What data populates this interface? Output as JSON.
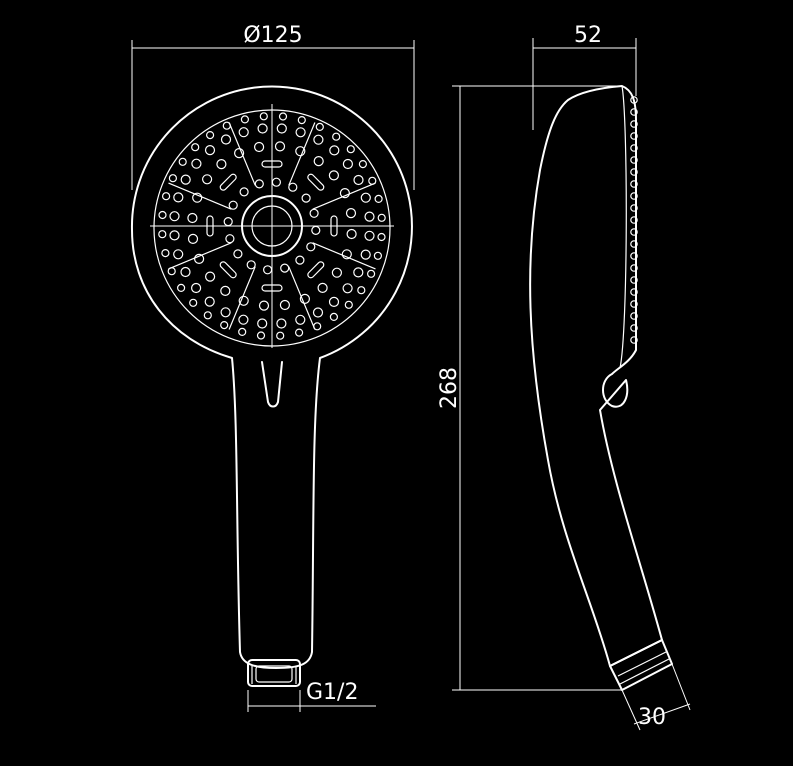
{
  "dimensions": {
    "diameter": "Ø125",
    "depth": "52",
    "length": "268",
    "thread": "G1/2",
    "connector": "30"
  },
  "colors": {
    "background": "#000000",
    "line": "#ffffff"
  }
}
